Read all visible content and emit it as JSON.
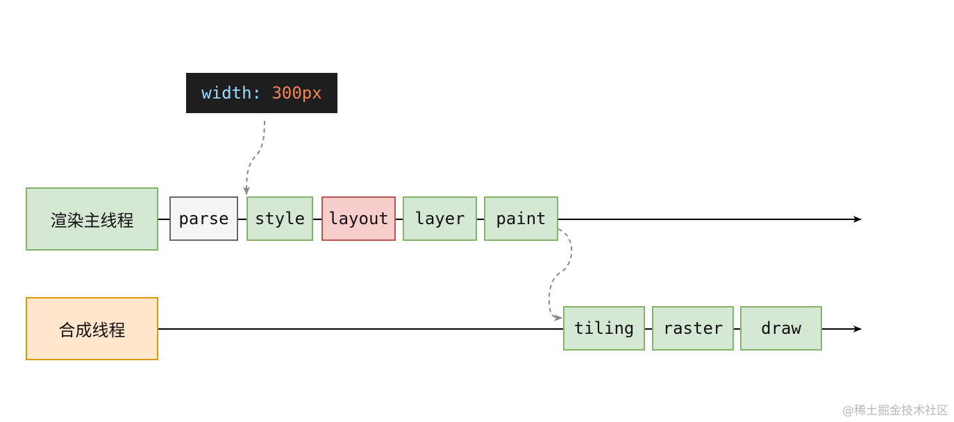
{
  "main_thread": {
    "label": "渲染主线程",
    "stages": [
      "parse",
      "style",
      "layout",
      "layer",
      "paint"
    ]
  },
  "compositor_thread": {
    "label": "合成线程",
    "stages": [
      "tiling",
      "raster",
      "draw"
    ]
  },
  "code_tip": {
    "property": "width:",
    "value": "300px"
  },
  "watermark": "@稀土掘金技术社区",
  "colors": {
    "green_fill": "#d5e8d4",
    "green_stroke": "#82b366",
    "gray_fill": "#f5f5f5",
    "gray_stroke": "#666666",
    "red_fill": "#f8cecc",
    "red_stroke": "#b85450",
    "orange_fill": "#ffe6cc",
    "orange_stroke": "#d79b00",
    "code_bg": "#1e1e1e"
  }
}
